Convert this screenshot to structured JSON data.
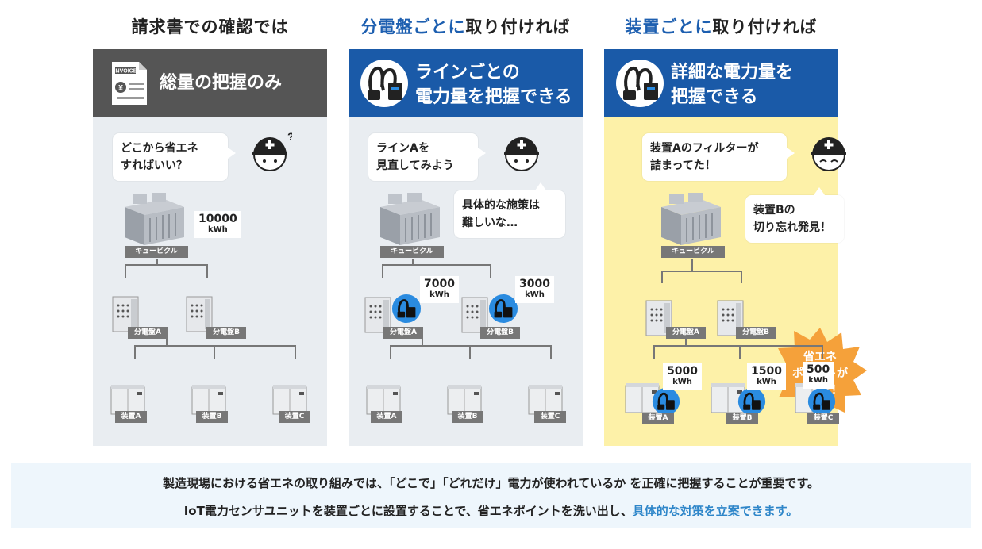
{
  "columns": [
    {
      "title_plain": "請求書での確認では",
      "header": {
        "line1": "総量の把握のみ",
        "icon_label": "INVOICE",
        "icon_symbol": "¥"
      },
      "bubble": {
        "line1": "どこから省エネ",
        "line2": "すればいい？"
      },
      "worker_mark": "?",
      "cubicle_label": "キュービクル",
      "cubicle_kwh": {
        "value": "10000",
        "unit": "kWh"
      },
      "panels": [
        "分電盤A",
        "分電盤B"
      ],
      "devices": [
        "装置A",
        "装置B",
        "装置C"
      ]
    },
    {
      "title_hl": "分電盤ごとに",
      "title_rest": "取り付ければ",
      "header": {
        "line1": "ラインごとの",
        "line2": "電力量を把握できる"
      },
      "bubble": {
        "line1": "ラインAを",
        "line2": "見直してみよう"
      },
      "bubble2": {
        "line1": "具体的な施策は",
        "line2": "難しいな…"
      },
      "cubicle_label": "キュービクル",
      "panels": [
        "分電盤A",
        "分電盤B"
      ],
      "panel_kwh": [
        {
          "value": "7000",
          "unit": "kWh"
        },
        {
          "value": "3000",
          "unit": "kWh"
        }
      ],
      "devices": [
        "装置A",
        "装置B",
        "装置C"
      ]
    },
    {
      "title_hl": "装置ごとに",
      "title_rest": "取り付ければ",
      "header": {
        "line1": "詳細な電力量を",
        "line2": "把握できる"
      },
      "bubble": {
        "line1": "装置Aのフィルターが",
        "line2": "詰まってた！"
      },
      "bubble2": {
        "line1": "装置Bの",
        "line2": "切り忘れ発見！"
      },
      "burst": {
        "line1": "省エネ",
        "line2": "ポイントが",
        "line3": "分かる！"
      },
      "cubicle_label": "キュービクル",
      "panels": [
        "分電盤A",
        "分電盤B"
      ],
      "devices": [
        "装置A",
        "装置B",
        "装置C"
      ],
      "device_kwh": [
        {
          "value": "5000",
          "unit": "kWh"
        },
        {
          "value": "1500",
          "unit": "kWh"
        },
        {
          "value": "500",
          "unit": "kWh"
        }
      ]
    }
  ],
  "footer": {
    "line1": "製造現場における省エネの取り組みでは、「どこで」「どれだけ」電力が使われているか を正確に把握することが重要です。",
    "line2_plain": "IoT電力センサユニットを装置ごとに設置することで、省エネポイントを洗い出し、",
    "line2_hl": "具体的な対策を立案できます。"
  },
  "colors": {
    "header_dark": "#555555",
    "header_blue": "#1a5aa8",
    "body_gray": "#e9edf1",
    "body_yellow": "#fdf1a8",
    "title_blue": "#1d5fb0",
    "sensor_blue": "#2a8be0",
    "burst_orange": "#f5a13a",
    "footer_bg": "#eef6fc",
    "highlight_blue": "#2e86c9"
  }
}
